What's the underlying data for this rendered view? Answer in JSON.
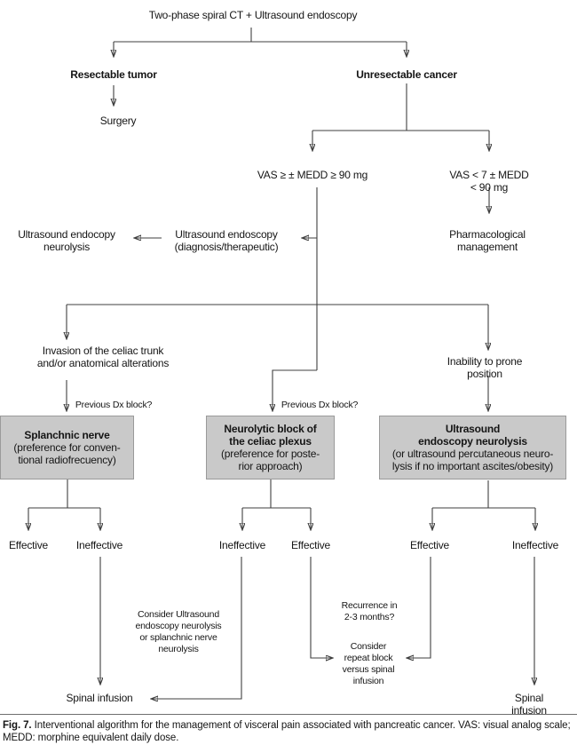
{
  "figure": {
    "caption_label": "Fig. 7.",
    "caption_text": " Interventional algorithm for the management of visceral pain associated with pancreatic cancer. VAS: visual analog scale; MEDD: morphine equivalent daily dose."
  },
  "nodes": {
    "title": "Two-phase spiral CT + Ultrasound endoscopy",
    "resectable": "Resectable tumor",
    "unresectable": "Unresectable cancer",
    "surgery": "Surgery",
    "vas_high": "VAS ≥ ± MEDD ≥ 90 mg",
    "vas_low": "VAS < 7 ± MEDD < 90 mg",
    "pharmacological": "Pharmacological\nmanagement",
    "us_endoscopy_diagnostic": "Ultrasound endoscopy\n(diagnosis/therapeutic)",
    "us_endocopy_neurolysis": "Ultrasound endocopy\nneurolysis",
    "invasion": "Invasion of the celiac trunk\nand/or anatomical alterations",
    "inability": "Inability to prone position",
    "previous_dx_left": "Previous Dx block?",
    "previous_dx_mid": "Previous Dx block?",
    "effective_left": "Effective",
    "ineffective_left": "Ineffective",
    "ineffective_mid": "Ineffective",
    "effective_mid": "Effective",
    "effective_right": "Effective",
    "ineffective_right": "Ineffective",
    "consider_us_neurolysis": "Consider Ultrasound\nendoscopy neurolysis\nor splanchnic nerve\nneurolysis",
    "recurrence": "Recurrence in\n2-3 months?",
    "consider_repeat": "Consider\nrepeat block\nversus spinal\ninfusion",
    "spinal_left": "Spinal infusion",
    "spinal_right": "Spinal infusion"
  },
  "boxes": {
    "splanchnic": {
      "title": "Splanchnic nerve",
      "sub": "(preference for conven-\ntional radiofrecuency)"
    },
    "neurolytic": {
      "title": "Neurolytic block of\nthe celiac plexus",
      "sub": "(preference for poste-\nrior approach)"
    },
    "us_neurolysis": {
      "title": "Ultrasound\nendoscopy neurolysis",
      "sub": "(or ultrasound percutaneous neuro-\nlysis if no important ascites/obesity)"
    }
  },
  "colors": {
    "box_fill": "#c9c9c9",
    "box_border": "#9a9a9a",
    "line": "#3f3f3f",
    "text": "#151515"
  }
}
